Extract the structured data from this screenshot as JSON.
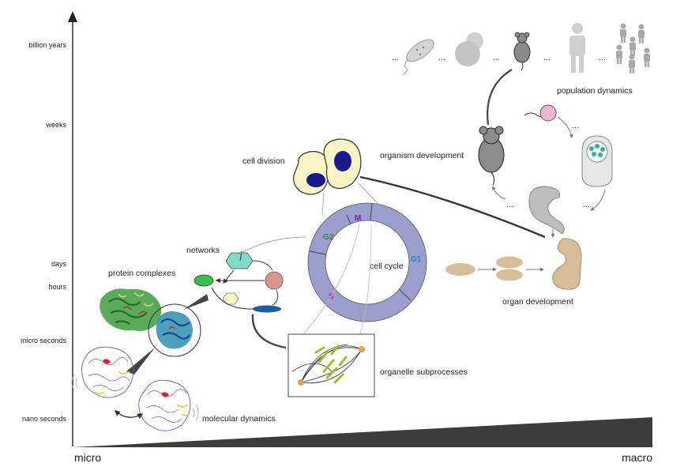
{
  "y_axis": {
    "labels": [
      "billion years",
      "weeks",
      "days",
      "hours",
      "micro seconds",
      "nano seconds"
    ]
  },
  "x_axis": {
    "left": "micro",
    "right": "macro"
  },
  "labels": {
    "population_dynamics": "population dynamics",
    "organism_development": "organism development",
    "cell_division": "cell division",
    "networks": "networks",
    "protein_complexes": "protein complexes",
    "cell_cycle": "cell cycle",
    "organ_development": "organ development",
    "organelle_subprocesses": "organelle subprocesses",
    "molecular_dynamics": "molecular dynamics",
    "ellipsis": "..."
  },
  "cell_cycle_phases": {
    "m": "M",
    "g1": "G1",
    "g2": "G2",
    "s": "S"
  },
  "colors": {
    "cycle_ring": "#9b9fcd",
    "cell_body": "#f8f4c4",
    "nucleus": "#1a1a8c",
    "g1": "#2a7fd0",
    "g2": "#2f8a3a",
    "m": "#7a1a9a",
    "s": "#cc2a8a",
    "organ": "#d6bf98",
    "organism_gray": "#9c9c9c"
  }
}
